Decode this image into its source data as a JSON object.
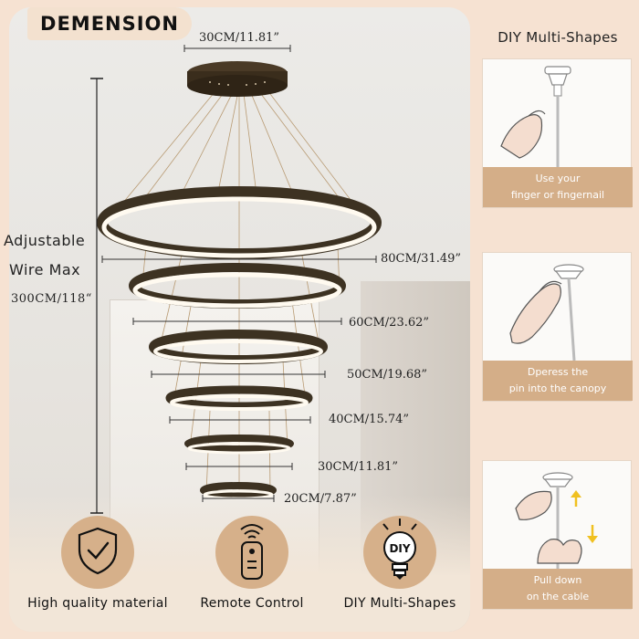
{
  "title": "DEMENSION",
  "dimensions": {
    "canopy": "30CM/11.81”",
    "ring1": "80CM/31.49”",
    "ring2": "60CM/23.62”",
    "ring3": "50CM/19.68”",
    "ring4": "40CM/15.74”",
    "ring5": "30CM/11.81”",
    "ring6": "20CM/7.87”"
  },
  "adjustable": {
    "line1": "Adjustable",
    "line2": "Wire Max",
    "line3": "300CM/118“"
  },
  "features": [
    {
      "label": "High quality material",
      "icon": "shield-check-icon"
    },
    {
      "label": "Remote Control",
      "icon": "remote-control-icon"
    },
    {
      "label": "DIY Multi-Shapes",
      "icon": "diy-bulb-icon",
      "badge": "DIY"
    }
  ],
  "right_panel": {
    "title": "DIY Multi-Shapes",
    "steps": [
      {
        "line1": "Use your",
        "line2": "finger or fingernail"
      },
      {
        "line1": "Dperess the",
        "line2": "pin into the canopy"
      },
      {
        "line1": "Pull down",
        "line2": "on the cable"
      }
    ]
  },
  "colors": {
    "background": "#f6e2d2",
    "accent": "#d6b08a",
    "ring": "#3d3222",
    "glow": "#fffaf0",
    "arrow": "#f0c020"
  }
}
